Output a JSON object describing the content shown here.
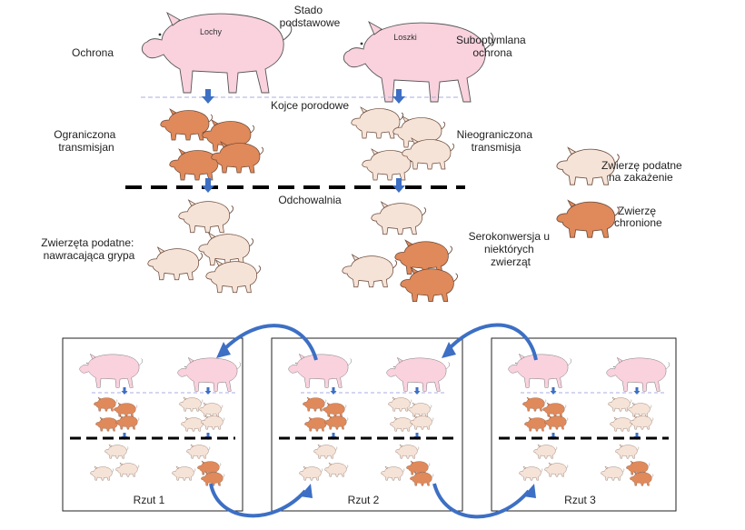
{
  "labels": {
    "stado": [
      "Stado",
      "podstawowe"
    ],
    "ochrona": "Ochrona",
    "suboptymalna": [
      "Suboptymlana",
      "ochrona"
    ],
    "lochy": "Lochy",
    "loszki": "Loszki",
    "kojce": "Kojce porodowe",
    "ograniczona": [
      "Ograniczona",
      "transmisjan"
    ],
    "nieograniczona": [
      "Nieograniczona",
      "transmisja"
    ],
    "odchowalnia": "Odchowalnia",
    "zwierzeta_podatne": [
      "Zwierzęta podatne:",
      "nawracająca grypa"
    ],
    "serokonwersja": [
      "Serokonwersja u",
      "niektórych",
      "zwierząt"
    ]
  },
  "legend": {
    "susceptible": [
      "Zwierzę podatne",
      "na zakażenie"
    ],
    "protected": [
      "Zwierzę",
      "chronione"
    ]
  },
  "panels": [
    {
      "label": "Rzut 1"
    },
    {
      "label": "Rzut 2"
    },
    {
      "label": "Rzut 3"
    }
  ],
  "colors": {
    "sow": "#f9d2de",
    "protected": "#e0895a",
    "susceptible": "#f6e3d7",
    "arrow": "#3d6fc4",
    "dashed_line": "#000000",
    "dotted_line": "#a8aee0"
  }
}
